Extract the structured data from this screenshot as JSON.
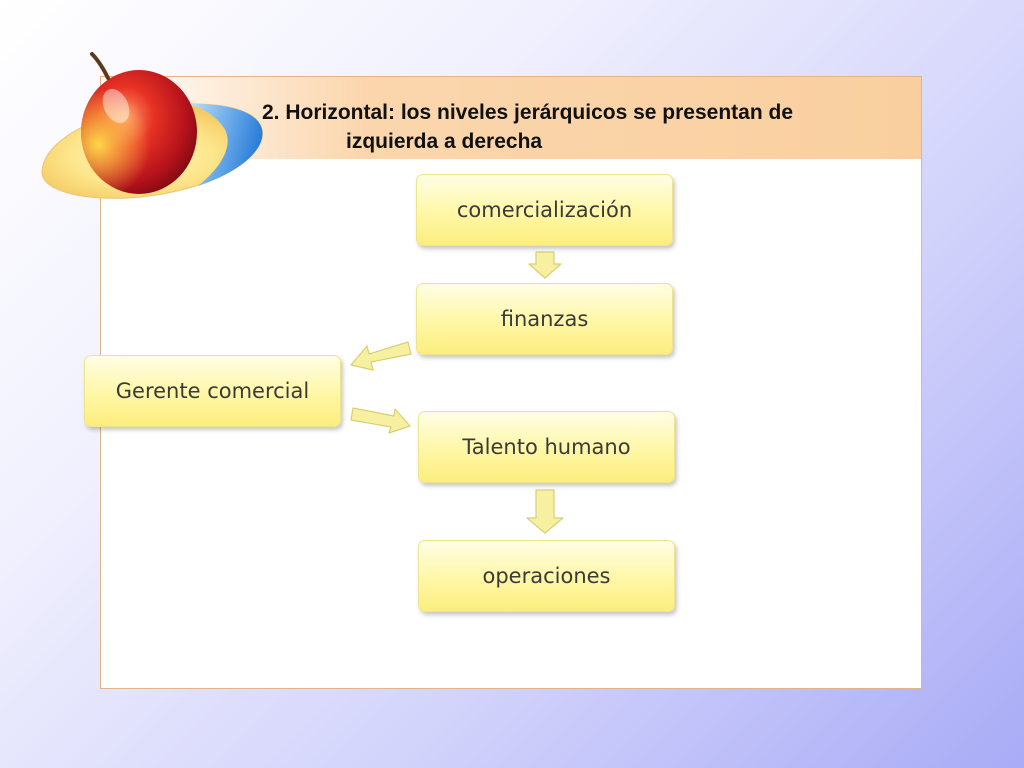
{
  "slide": {
    "title_line1": "2. Horizontal: los niveles jerárquicos se presentan de",
    "title_line2": "izquierda a derecha"
  },
  "diagram": {
    "nodes": {
      "comercializacion": "comercialización",
      "finanzas": "finanzas",
      "gerente": "Gerente comercial",
      "talento": "Talento humano",
      "operaciones": "operaciones"
    }
  },
  "colors": {
    "node_fill": "#fff8aa",
    "arrow_fill": "#f6f0a0",
    "title_band": "#fbd6ad",
    "frame_border": "#e2b489"
  }
}
